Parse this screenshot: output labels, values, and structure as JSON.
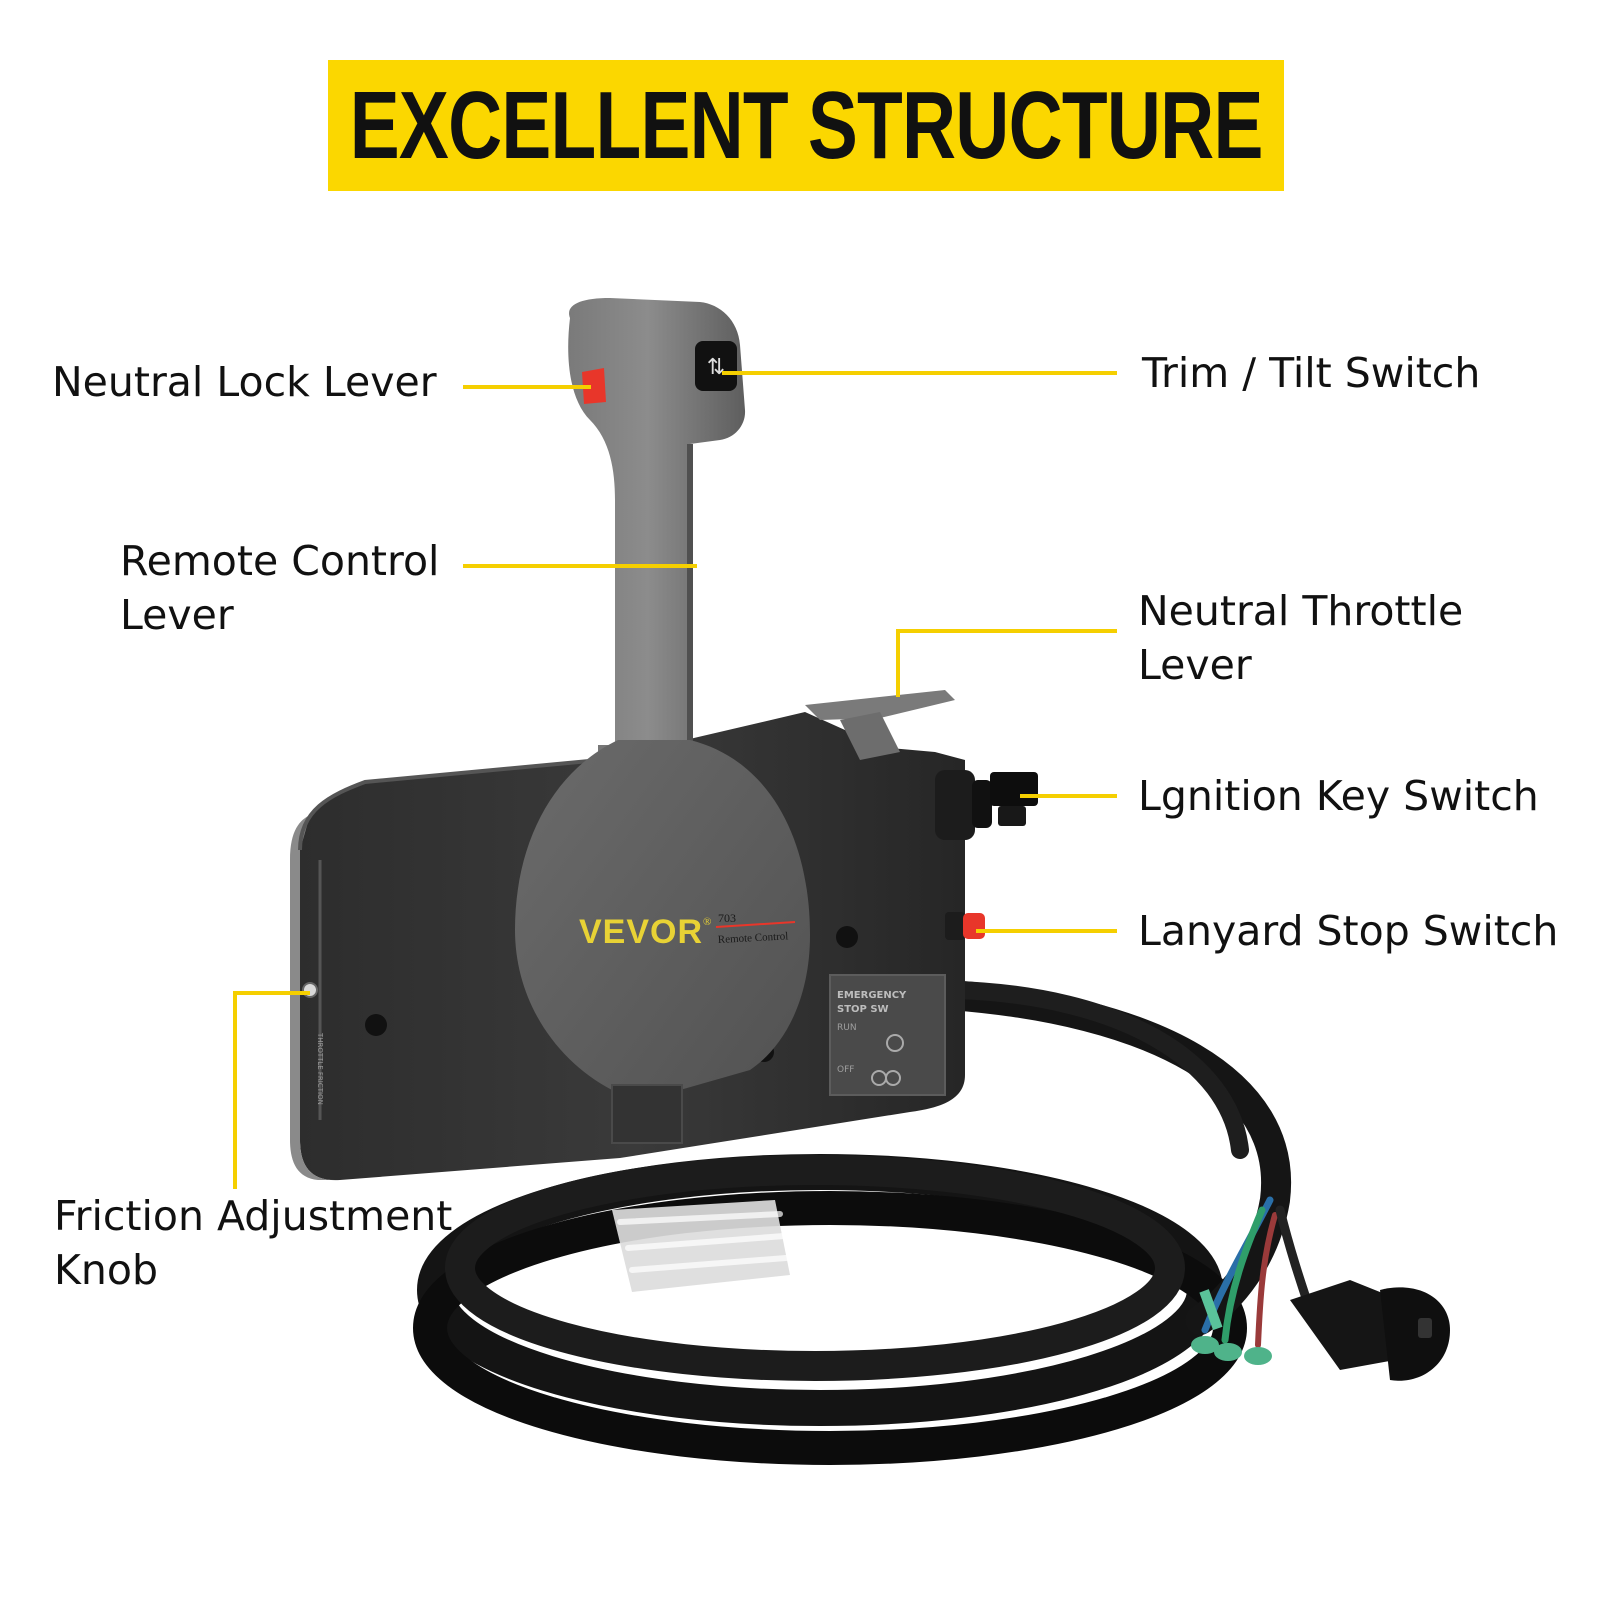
{
  "banner": {
    "title": "EXCELLENT STRUCTURE",
    "color": "#fbd700"
  },
  "callouts": {
    "neutral_lock_lever": "Neutral Lock Lever",
    "remote_control_lever_line1": "Remote Control",
    "remote_control_lever_line2": "Lever",
    "friction_adjustment_knob_line1": "Friction Adjustment",
    "friction_adjustment_knob_line2": "Knob",
    "trim_tilt_switch": "Trim / Tilt Switch",
    "neutral_throttle_lever_line1": "Neutral Throttle",
    "neutral_throttle_lever_line2": "Lever",
    "ignition_key_switch": "Lgnition Key Switch",
    "lanyard_stop_switch": "Lanyard Stop Switch",
    "leader_color": "#f5cf00"
  },
  "product": {
    "brand": "VEVOR",
    "registered_mark": "®",
    "model": "703",
    "model_caption": "Remote Control",
    "panel": {
      "line1": "EMERGENCY",
      "line2": "STOP SW",
      "run": "RUN",
      "off": "OFF"
    },
    "side_label": "THROTTLE FRICTION",
    "brand_color": "#e8d235",
    "accent_red": "#e8362a"
  }
}
